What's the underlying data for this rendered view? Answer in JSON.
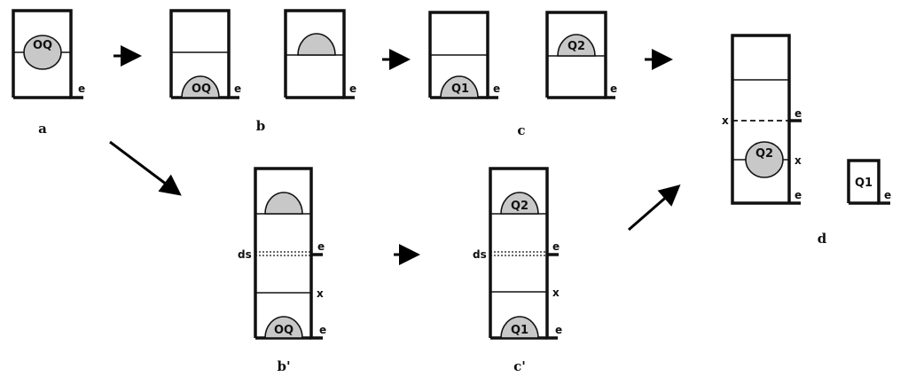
{
  "panels": {
    "a": {
      "label": "a",
      "shape_label": "OQ",
      "edge_label": "e"
    },
    "b": {
      "label": "b",
      "left_shape_label": "OQ",
      "left_edge_label": "e",
      "right_edge_label": "e"
    },
    "c": {
      "label": "c",
      "left_shape_label": "Q1",
      "left_edge_label": "e",
      "right_shape_label": "Q2",
      "right_edge_label": "e"
    },
    "d": {
      "label": "d",
      "cut_label": "x",
      "cut_edge_label": "e",
      "shape_label": "Q2",
      "shape_x_label": "x",
      "bottom_edge_label": "e",
      "small_shape_label": "Q1",
      "small_edge_label": "e"
    },
    "b_prime": {
      "label": "b'",
      "ds_label": "ds",
      "ds_edge_label": "e",
      "x_label": "x",
      "shape_label": "OQ",
      "bottom_edge_label": "e"
    },
    "c_prime": {
      "label": "c'",
      "top_shape_label": "Q2",
      "ds_label": "ds",
      "ds_edge_label": "e",
      "x_label": "x",
      "shape_label": "Q1",
      "bottom_edge_label": "e"
    }
  }
}
